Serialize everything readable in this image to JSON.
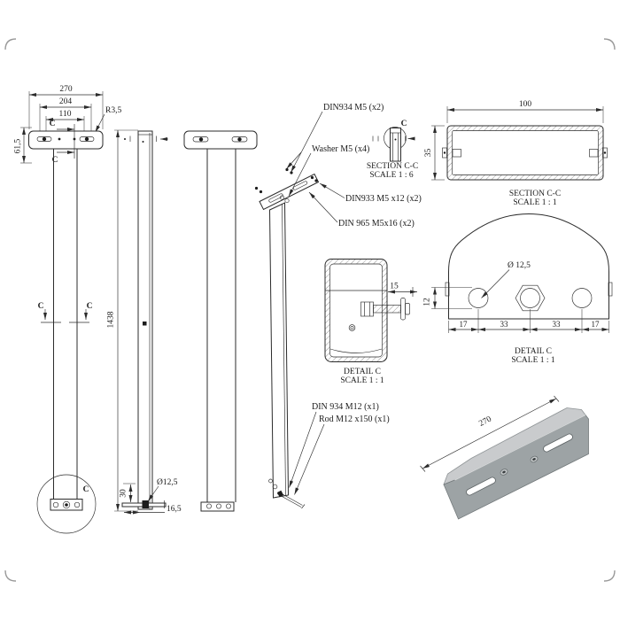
{
  "annotations": {
    "din934_m5": "DIN934 M5 (x2)",
    "washer_m5": "Washer M5 (x4)",
    "din933_m5x12": "DIN933 M5 x12 (x2)",
    "din965_m5x16": "DIN 965 M5x16 (x2)",
    "din934_m12": "DIN 934 M12 (x1)",
    "rod_m12": "Rod M12 x150 (x1)"
  },
  "front_view": {
    "dim_overall_width": "270",
    "dim_slot_span": "204",
    "dim_hole_span": "110",
    "corner_radius": "R3,5",
    "dim_plate_height": "61,5",
    "dim_post_height": "1438",
    "section_marker": "C"
  },
  "bottom_detail": {
    "dim_rod_offset": "30",
    "dim_rod_dia": "Ø12,5",
    "dim_rod_length": "16,5"
  },
  "section_cc_small": {
    "title": "SECTION C-C",
    "scale": "SCALE 1 : 6",
    "marker": "C"
  },
  "section_cc_large": {
    "title": "SECTION C-C",
    "scale": "SCALE 1 : 1",
    "dim_width": "100",
    "dim_height": "35"
  },
  "detail_c_end": {
    "title": "DETAIL C",
    "scale": "SCALE 1 : 1",
    "dim_hole_dia": "Ø 12,5",
    "dim_height": "12",
    "dim_17": "17",
    "dim_33": "33"
  },
  "detail_c_rod": {
    "title": "DETAIL C",
    "scale": "SCALE 1 : 1",
    "dim_offset": "15"
  },
  "iso_view": {
    "dim_width": "270"
  },
  "colors": {
    "line": "#2b2b2b",
    "bracket_face": "#9da3a5",
    "bracket_bevel": "#c9cbcd",
    "slot_fill": "#ffffff",
    "background": "#ffffff"
  }
}
